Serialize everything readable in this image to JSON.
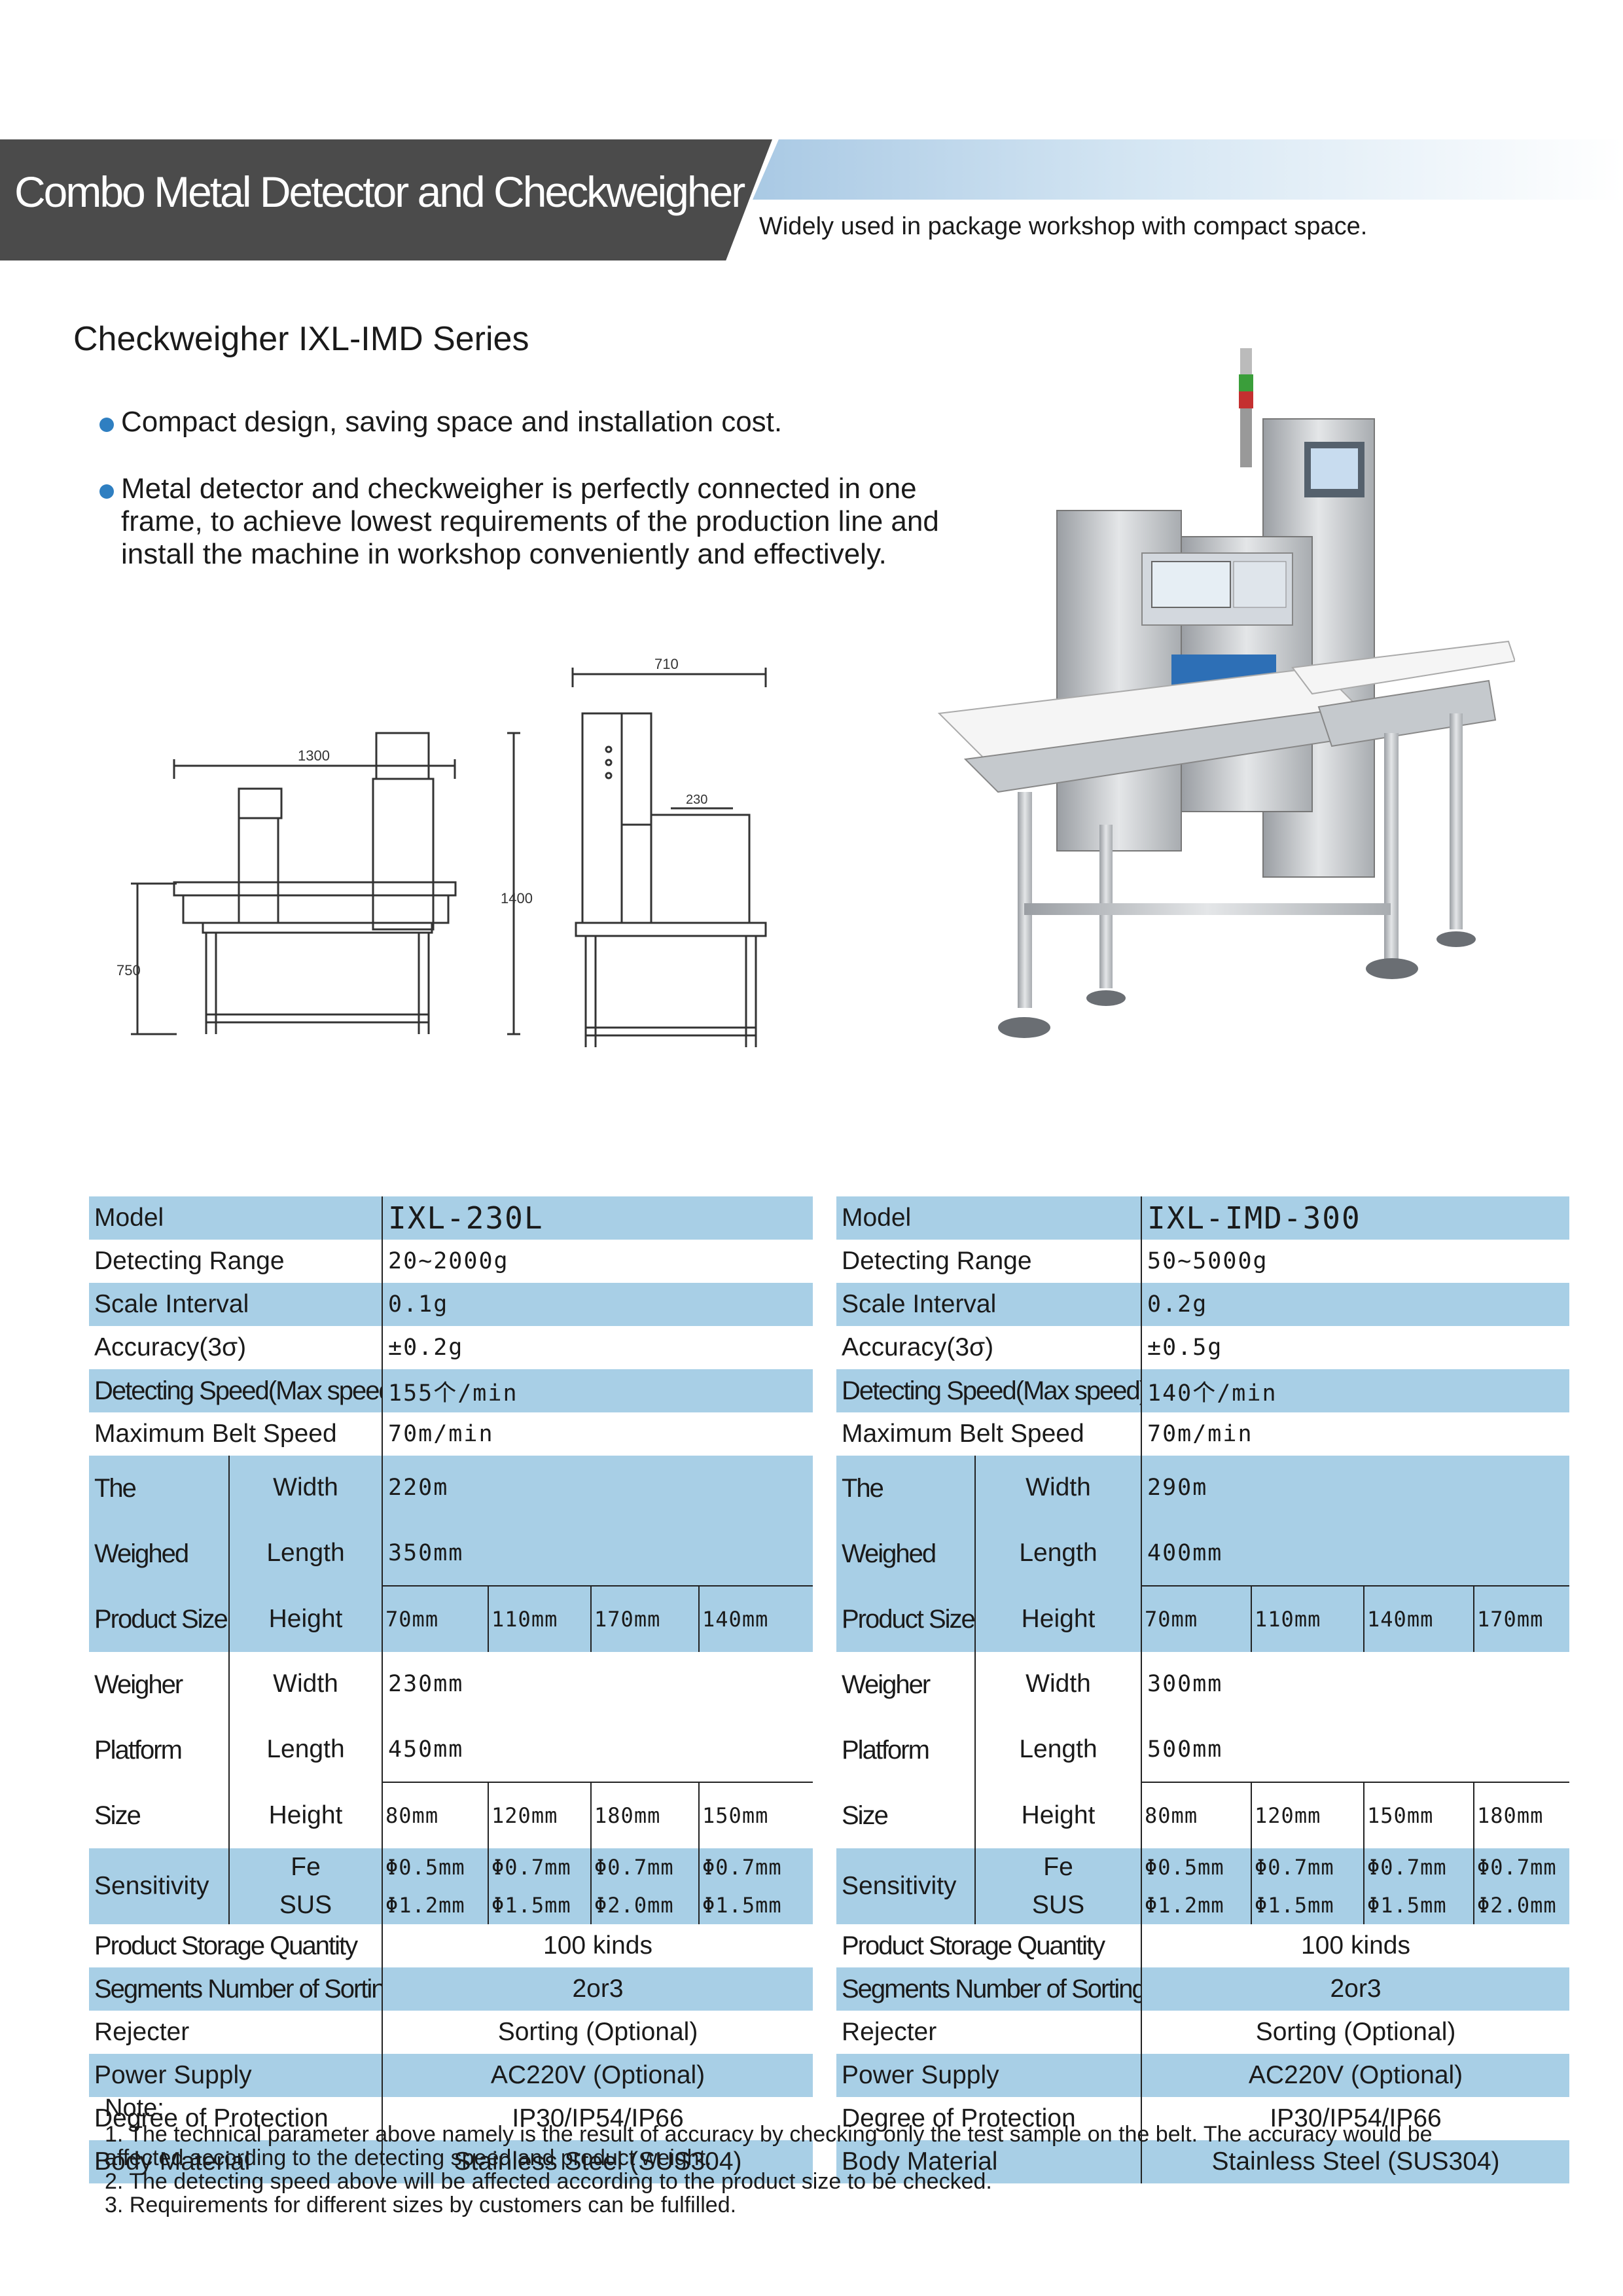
{
  "banner": {
    "title": "Combo Metal Detector and Checkweigher",
    "subtitle": "Widely used in package workshop with compact space."
  },
  "series_title": "Checkweigher IXL-IMD Series",
  "features": [
    "Compact design, saving space and installation cost.",
    "Metal detector and checkweigher is perfectly connected in one frame, to achieve lowest requirements of the production line and install the machine in workshop conveniently and effectively."
  ],
  "drawing": {
    "dim_length": "1300",
    "dim_total_height": "1400",
    "dim_table_height": "750",
    "dim_width": "710",
    "dim_inner": "230"
  },
  "tables": [
    {
      "labels": {
        "model": "Model",
        "detecting_range": "Detecting Range",
        "scale_interval": "Scale Interval",
        "accuracy": "Accuracy(3σ)",
        "detecting_speed": "Detecting Speed(Max speed)",
        "max_belt_speed": "Maximum Belt Speed",
        "weighed_1": "The Weighed",
        "weighed_2": "Product Size",
        "weigher_1": "Weigher",
        "weigher_2": "Platform Size",
        "width": "Width",
        "length": "Length",
        "height": "Height",
        "sensitivity": "Sensitivity",
        "fe": "Fe",
        "sus": "SUS",
        "storage": "Product Storage Quantity",
        "segments": "Segments Number of Sorting",
        "rejecter": "Rejecter",
        "power": "Power Supply",
        "protection": "Degree of Protection",
        "material": "Body Material"
      },
      "model": "IXL-230L",
      "detecting_range": "20~2000g",
      "scale_interval": "0.1g",
      "accuracy": "±0.2g",
      "detecting_speed": "155个/min",
      "max_belt_speed": "70m/min",
      "product_width": "220m",
      "product_length": "350mm",
      "product_heights": [
        "70mm",
        "110mm",
        "170mm",
        "140mm"
      ],
      "platform_width": "230mm",
      "platform_length": "450mm",
      "platform_heights": [
        "80mm",
        "120mm",
        "180mm",
        "150mm"
      ],
      "fe": [
        "Φ0.5mm",
        "Φ0.7mm",
        "Φ0.7mm",
        "Φ0.7mm"
      ],
      "sus": [
        "Φ1.2mm",
        "Φ1.5mm",
        "Φ2.0mm",
        "Φ1.5mm"
      ],
      "storage": "100 kinds",
      "segments": "2or3",
      "rejecter": "Sorting (Optional)",
      "power": "AC220V (Optional)",
      "protection": "IP30/IP54/IP66",
      "material": "Stainless Steel (SUS304)"
    },
    {
      "labels": {
        "model": "Model",
        "detecting_range": "Detecting Range",
        "scale_interval": "Scale Interval",
        "accuracy": "Accuracy(3σ)",
        "detecting_speed": "Detecting Speed(Max speed)",
        "max_belt_speed": "Maximum Belt Speed",
        "weighed_1": "The Weighed",
        "weighed_2": "Product Size",
        "weigher_1": "Weigher",
        "weigher_2": "Platform Size",
        "width": "Width",
        "length": "Length",
        "height": "Height",
        "sensitivity": "Sensitivity",
        "fe": "Fe",
        "sus": "SUS",
        "storage": "Product Storage Quantity",
        "segments": "Segments Number of Sorting",
        "rejecter": "Rejecter",
        "power": "Power Supply",
        "protection": "Degree of Protection",
        "material": "Body Material"
      },
      "model": "IXL-IMD-300",
      "detecting_range": "50~5000g",
      "scale_interval": "0.2g",
      "accuracy": "±0.5g",
      "detecting_speed": "140个/min",
      "max_belt_speed": "70m/min",
      "product_width": "290m",
      "product_length": "400mm",
      "product_heights": [
        "70mm",
        "110mm",
        "140mm",
        "170mm"
      ],
      "platform_width": "300mm",
      "platform_length": "500mm",
      "platform_heights": [
        "80mm",
        "120mm",
        "150mm",
        "180mm"
      ],
      "fe": [
        "Φ0.5mm",
        "Φ0.7mm",
        "Φ0.7mm",
        "Φ0.7mm"
      ],
      "sus": [
        "Φ1.2mm",
        "Φ1.5mm",
        "Φ1.5mm",
        "Φ2.0mm"
      ],
      "storage": "100 kinds",
      "segments": "2or3",
      "rejecter": "Sorting (Optional)",
      "power": "AC220V (Optional)",
      "protection": "IP30/IP54/IP66",
      "material": "Stainless Steel (SUS304)"
    }
  ],
  "notes": {
    "heading": "Note:",
    "items": [
      "1. The technical parameter above namely is the result of accuracy by checking only the test sample on the belt. The accuracy would be",
      "affected according to the detecting speed and product weight.",
      "2. The detecting speed above will be affected according to the product size to be checked.",
      "3.  Requirements for different sizes by customers can be fulfilled."
    ]
  }
}
